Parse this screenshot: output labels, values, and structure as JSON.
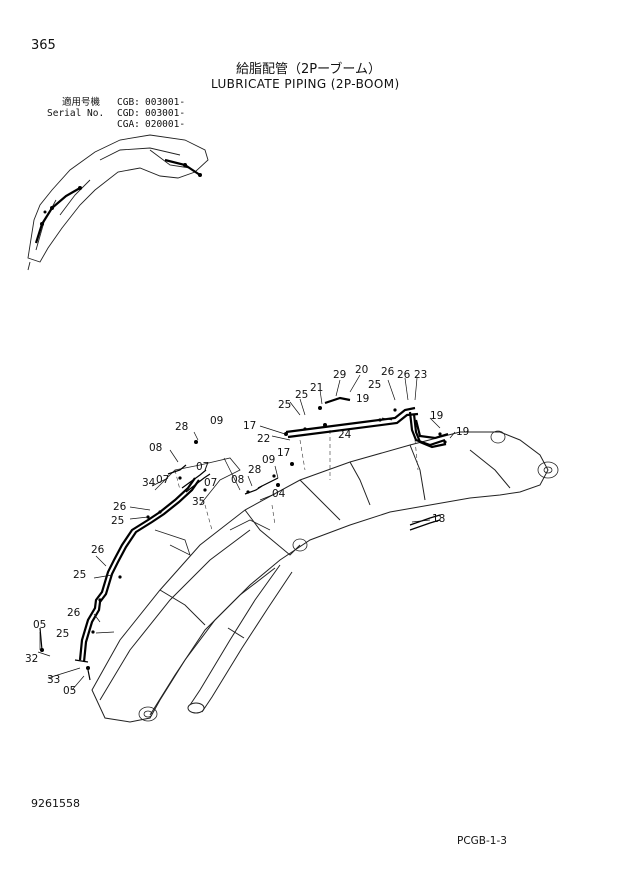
{
  "page_number": "365",
  "title_jp": "給脂配管（2Pーブーム）",
  "title_en": "LUBRICATE PIPING (2P-BOOM)",
  "serial": {
    "label_jp": "適用号機",
    "label_en": "Serial No.",
    "rows": [
      {
        "model": "CGB:",
        "serial": "003001-"
      },
      {
        "model": "CGD:",
        "serial": "003001-"
      },
      {
        "model": "CGA:",
        "serial": "020001-"
      }
    ]
  },
  "callouts": [
    "29",
    "20",
    "26",
    "23",
    "21",
    "19",
    "25",
    "26",
    "25",
    "25",
    "17",
    "24",
    "22",
    "17",
    "28",
    "09",
    "08",
    "07",
    "28",
    "09",
    "34",
    "07",
    "07",
    "08",
    "04",
    "35",
    "26",
    "25",
    "26",
    "25",
    "05",
    "26",
    "25",
    "32",
    "33",
    "05",
    "18",
    "19",
    "19"
  ],
  "drawing_number": "9261558",
  "catalog_code": "PCGB-1-3"
}
